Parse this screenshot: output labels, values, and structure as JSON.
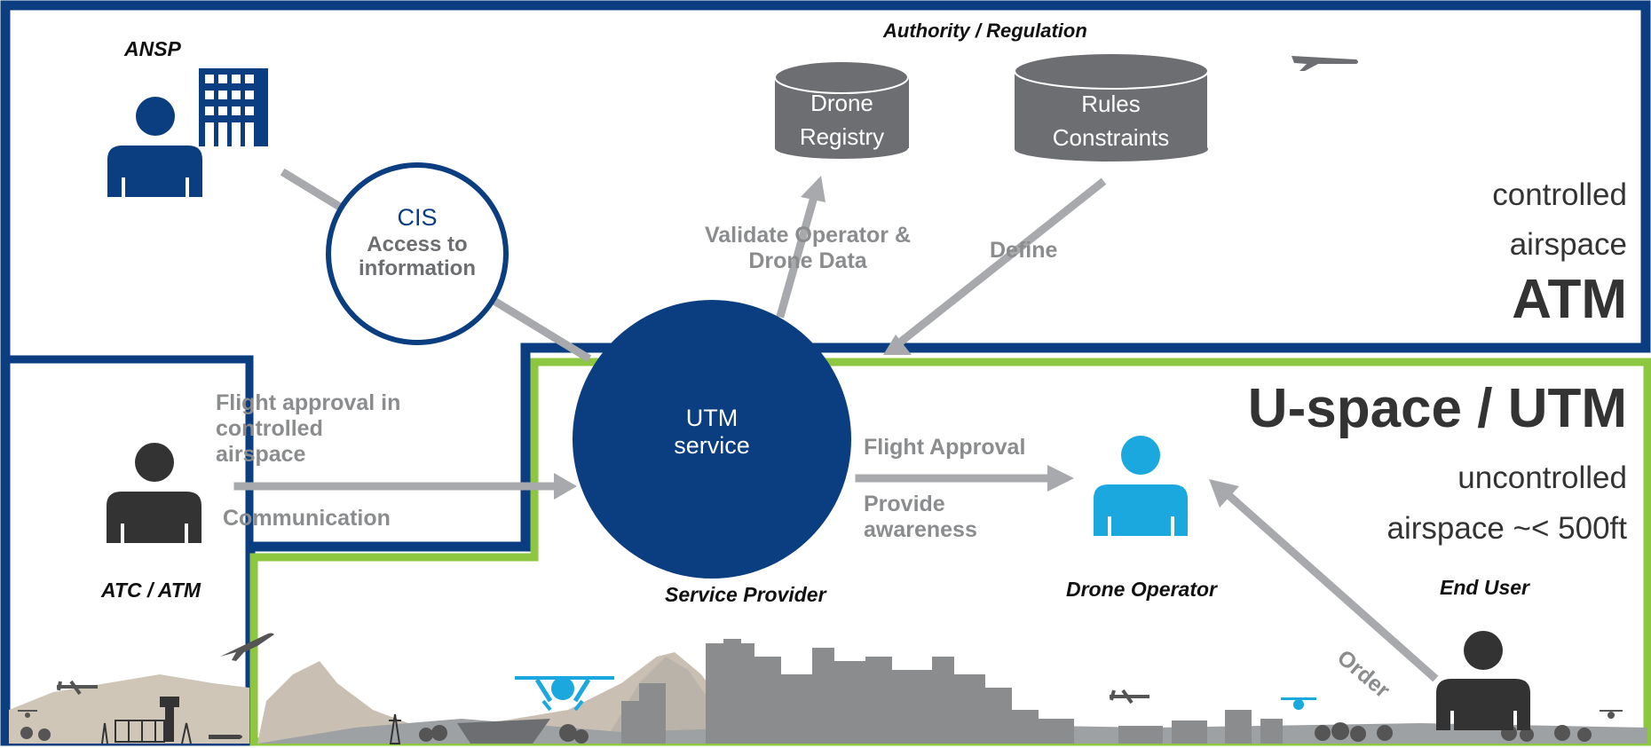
{
  "colors": {
    "atm_border": "#0b3e80",
    "utm_border": "#8dc63f",
    "service_circle": "#0b3e80",
    "arrow": "#a7a9ac",
    "database": "#6d6e71",
    "operator_icon": "#1aa8de",
    "person_dark": "#333333"
  },
  "roles": {
    "ansp": "ANSP",
    "authority": "Authority / Regulation",
    "atc": "ATC / ATM",
    "service_provider": "Service Provider",
    "drone_operator": "Drone Operator",
    "end_user": "End User"
  },
  "databases": {
    "drone_registry": [
      "Drone",
      "Registry"
    ],
    "rules": [
      "Rules",
      "Constraints"
    ]
  },
  "cis": {
    "title": "CIS",
    "subtitle": "Access to information"
  },
  "utm_service": [
    "UTM",
    "service"
  ],
  "flows": {
    "validate": [
      "Validate Operator &",
      "Drone Data"
    ],
    "define": "Define",
    "flight_approval_controlled": [
      "Flight approval in",
      "controlled",
      "airspace"
    ],
    "communication": "Communication",
    "flight_approval": "Flight Approval",
    "provide_awareness": [
      "Provide",
      "awareness"
    ],
    "order": "Order"
  },
  "zones": {
    "controlled": [
      "controlled",
      "airspace"
    ],
    "atm": "ATM",
    "utm": "U-space / UTM",
    "uncontrolled": [
      "uncontrolled",
      "airspace ~< 500ft"
    ]
  },
  "icons": [
    "person-icon",
    "building-icon",
    "database-icon",
    "airplane-icon",
    "drone-icon",
    "city-skyline",
    "tower-icon"
  ]
}
